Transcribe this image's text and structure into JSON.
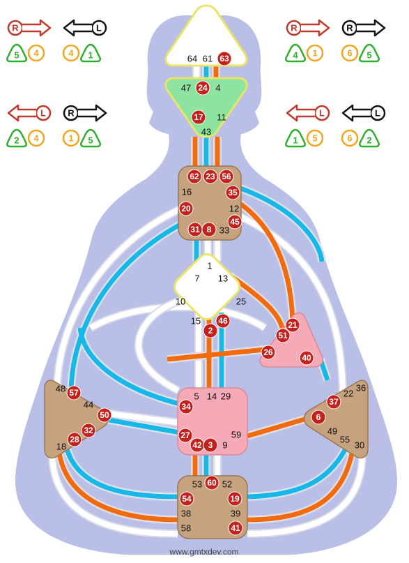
{
  "footer": "www.gmtxdev.com",
  "colors": {
    "body": "#b9bfe6",
    "channel_white": "#ffffff",
    "channel_blue": "#19b6e8",
    "channel_orange": "#f06a0f",
    "channel_grey": "#d9dbe9",
    "gate_active": "#c4211c",
    "head": "#ffffff",
    "ajna": "#8fe3a0",
    "throat": "#c7a27f",
    "g_center": "#ffffff",
    "heart": "#f6a9b7",
    "sacral": "#f6a9b7",
    "spleen": "#c7a27f",
    "solar_plexus": "#c7a27f",
    "root": "#c7a27f",
    "center_outline_yellow": "#e9e46a",
    "red": "#c0392b",
    "black": "#111111",
    "green": "#2eae2e",
    "orange": "#f2a61c"
  },
  "variables": {
    "left_top": {
      "arrow1": {
        "letter": "R",
        "dir": "right",
        "color": "red"
      },
      "arrow2": {
        "letter": "L",
        "dir": "left",
        "color": "black"
      },
      "row": [
        "5",
        "4",
        "4",
        "1"
      ]
    },
    "left_bottom": {
      "arrow1": {
        "letter": "L",
        "dir": "left",
        "color": "red"
      },
      "arrow2": {
        "letter": "R",
        "dir": "right",
        "color": "black"
      },
      "row": [
        "2",
        "4",
        "1",
        "5"
      ]
    },
    "right_top": {
      "arrow1": {
        "letter": "R",
        "dir": "right",
        "color": "red"
      },
      "arrow2": {
        "letter": "R",
        "dir": "right",
        "color": "black"
      },
      "row": [
        "4",
        "1",
        "6",
        "5"
      ]
    },
    "right_bottom": {
      "arrow1": {
        "letter": "L",
        "dir": "left",
        "color": "red"
      },
      "arrow2": {
        "letter": "L",
        "dir": "left",
        "color": "black"
      },
      "row": [
        "1",
        "5",
        "6",
        "2"
      ]
    }
  },
  "centers": {
    "head": {
      "gates": [
        "64",
        "61",
        "63"
      ],
      "active": [
        "63"
      ]
    },
    "ajna": {
      "gates": [
        "47",
        "24",
        "4",
        "17",
        "11",
        "43"
      ],
      "active": [
        "24",
        "17"
      ]
    },
    "throat": {
      "gates": [
        "62",
        "23",
        "56",
        "16",
        "35",
        "20",
        "12",
        "31",
        "8",
        "33",
        "45"
      ],
      "active": [
        "62",
        "23",
        "56",
        "35",
        "20",
        "31",
        "8",
        "45"
      ]
    },
    "g": {
      "gates": [
        "1",
        "7",
        "13",
        "10",
        "25",
        "15",
        "2",
        "46"
      ],
      "active": [
        "2",
        "46"
      ]
    },
    "heart": {
      "gates": [
        "21",
        "51",
        "26",
        "40"
      ],
      "active": [
        "21",
        "51",
        "26",
        "40"
      ]
    },
    "sacral": {
      "gates": [
        "5",
        "14",
        "29",
        "34",
        "27",
        "59",
        "42",
        "3",
        "9"
      ],
      "active": [
        "34",
        "27",
        "42",
        "3"
      ]
    },
    "spleen": {
      "gates": [
        "48",
        "57",
        "44",
        "50",
        "32",
        "28",
        "18"
      ],
      "active": [
        "57",
        "50",
        "32",
        "28"
      ]
    },
    "solar_plexus": {
      "gates": [
        "36",
        "22",
        "37",
        "6",
        "49",
        "55",
        "30"
      ],
      "active": [
        "37",
        "6"
      ]
    },
    "root": {
      "gates": [
        "53",
        "60",
        "52",
        "54",
        "19",
        "38",
        "39",
        "58",
        "41"
      ],
      "active": [
        "60",
        "54",
        "19",
        "41"
      ]
    }
  }
}
